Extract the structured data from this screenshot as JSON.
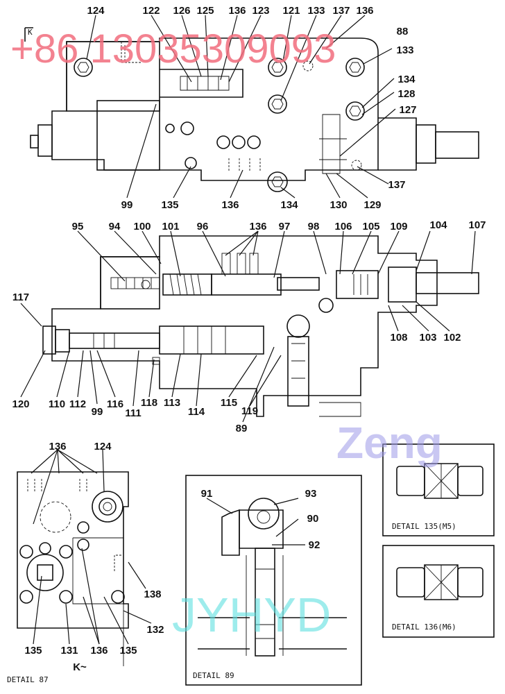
{
  "view_marks": {
    "k_arrow": "K",
    "k_tilde": "K~"
  },
  "details": {
    "detail_87": "DETAIL 87",
    "detail_89": "DETAIL 89",
    "detail_135": "DETAIL 135(M5)",
    "detail_136": "DETAIL 136(M6)"
  },
  "watermarks": {
    "phone": "+86 13035309093",
    "zeng": "Zeng",
    "jyhyd": "JYHYD"
  },
  "labels": {
    "top_row": [
      "124",
      "122",
      "126",
      "125",
      "136",
      "123",
      "121",
      "133",
      "137",
      "136"
    ],
    "top_right": [
      "88",
      "133",
      "134",
      "128",
      "127",
      "137"
    ],
    "top_bottom": [
      "99",
      "135",
      "136",
      "134",
      "130",
      "129"
    ],
    "mid_top": [
      "95",
      "94",
      "100",
      "101",
      "96",
      "136",
      "97",
      "98",
      "106",
      "105",
      "109",
      "104",
      "107"
    ],
    "mid_left": [
      "117"
    ],
    "mid_right": [
      "108",
      "103",
      "102"
    ],
    "mid_bottom": [
      "120",
      "110",
      "112",
      "99",
      "116",
      "111",
      "118",
      "113",
      "114",
      "115",
      "119",
      "89"
    ],
    "d87": [
      "136",
      "124",
      "138",
      "132",
      "135",
      "131",
      "136",
      "135"
    ],
    "d89": [
      "91",
      "93",
      "90",
      "92"
    ]
  }
}
